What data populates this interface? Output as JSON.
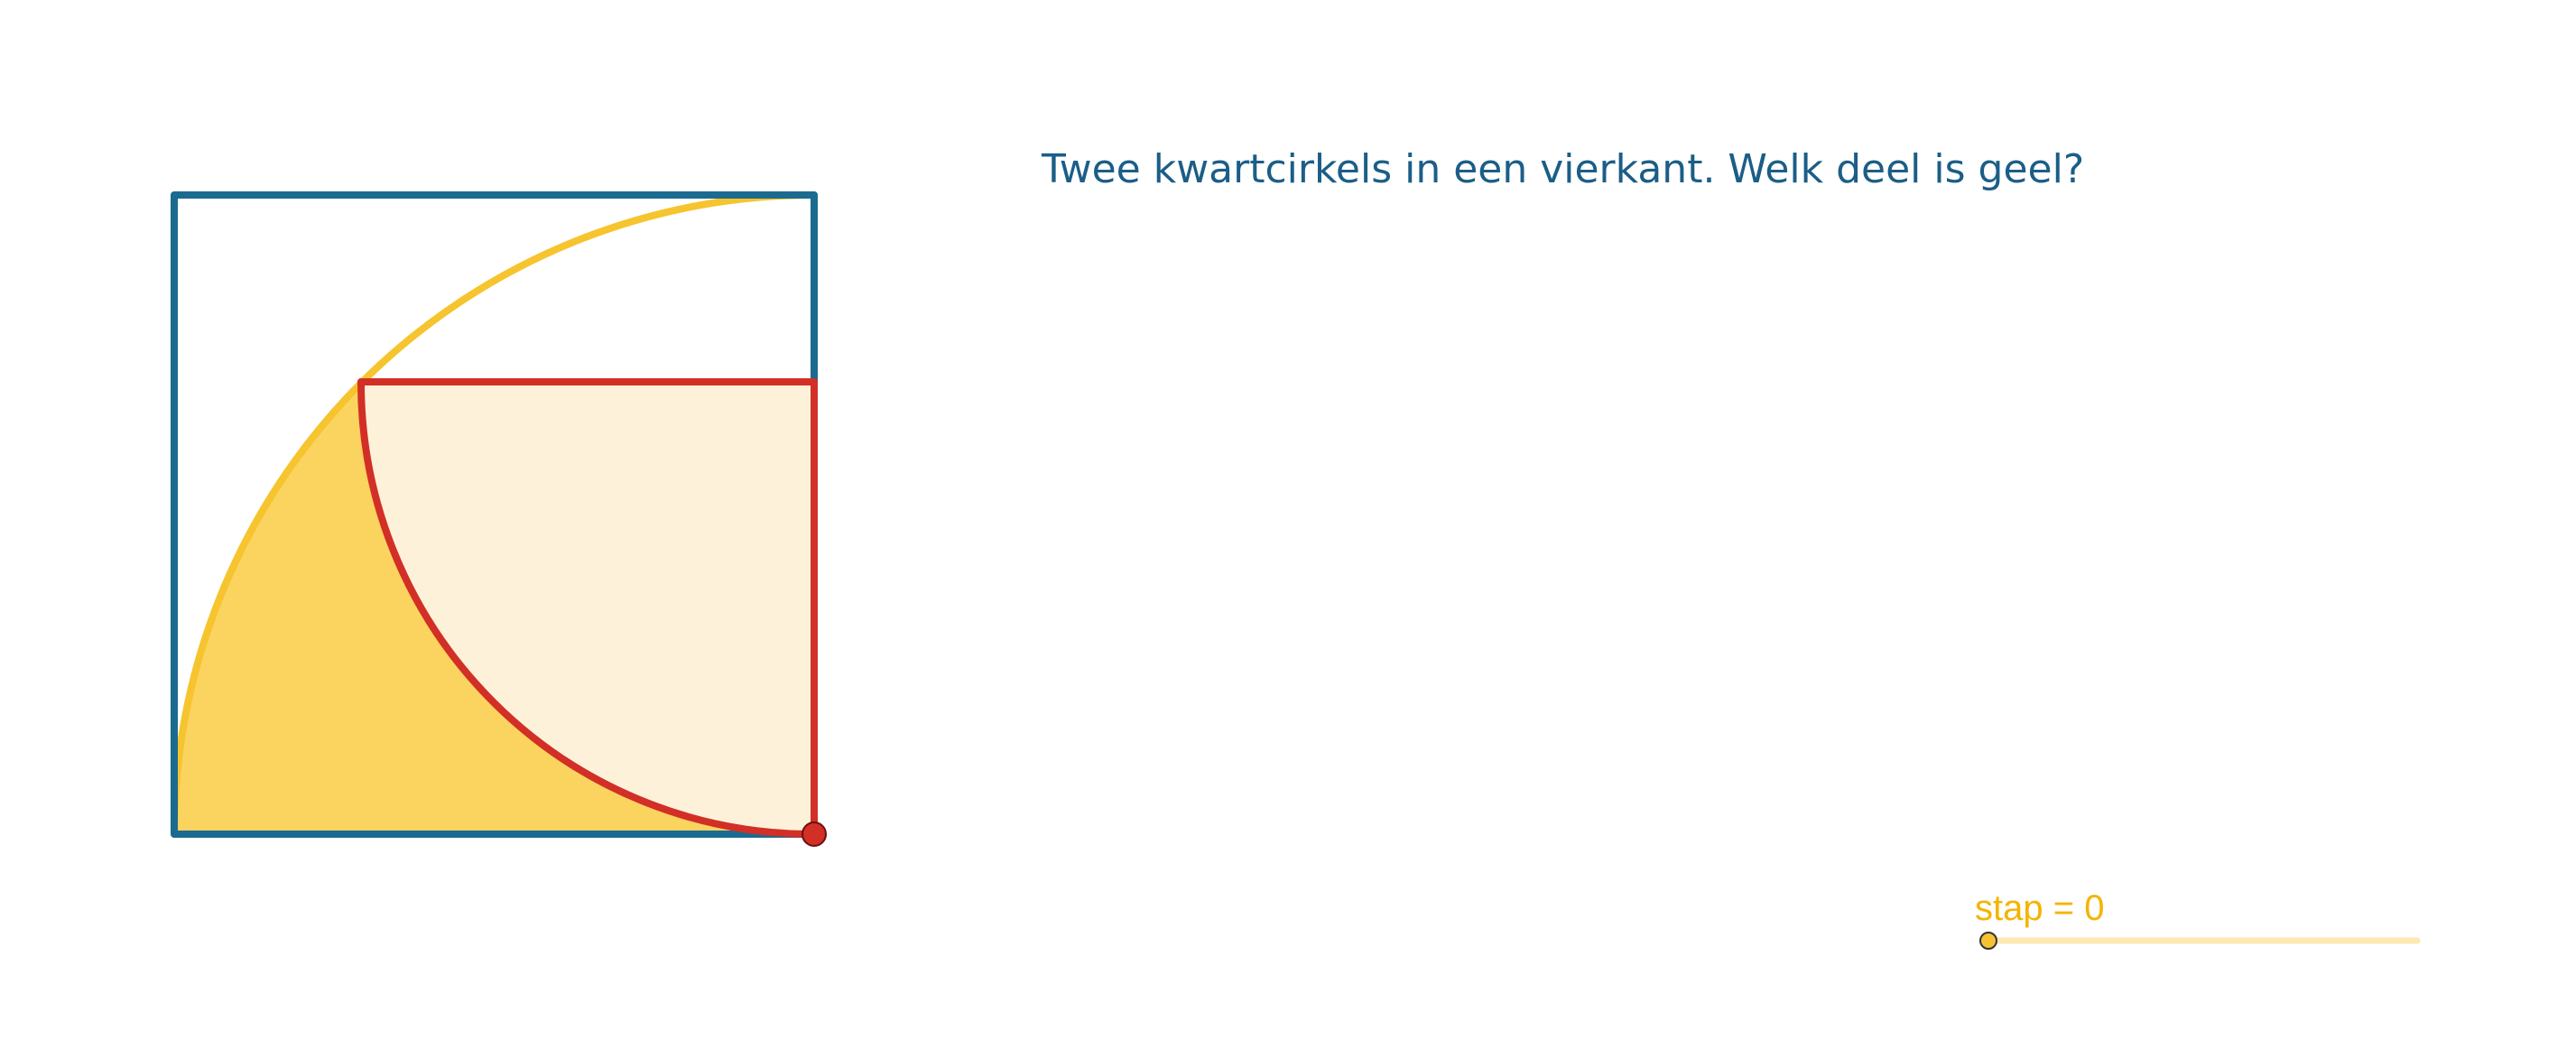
{
  "question": {
    "text": "Twee kwartcirkels in een vierkant. Welk deel is geel?"
  },
  "slider": {
    "variable": "stap",
    "value": 0,
    "label": "stap = 0",
    "min_fraction_position": 0
  },
  "colors": {
    "square_stroke": "#1b6a90",
    "big_arc_stroke": "#f6c42e",
    "yellow_fill": "#fbd35f",
    "light_fill": "#fdf2d9",
    "red_stroke": "#d22f27",
    "question_text": "#1b5e87",
    "slider_text": "#f4b400",
    "slider_track": "#fde8b1",
    "slider_knob": "#f5c233"
  },
  "icons": {
    "corner_point": "red-point-icon",
    "slider_knob": "slider-knob-icon"
  }
}
